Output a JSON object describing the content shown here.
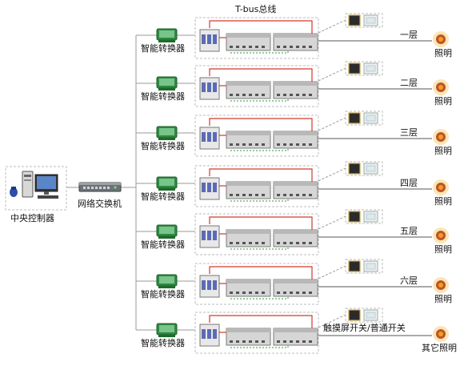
{
  "bus_label": "T-bus总线",
  "controller_label": "中央控制器",
  "switch_label": "网络交换机",
  "rows": [
    {
      "converter_label": "智能转换器",
      "floor_label": "一层",
      "light_label": "照明"
    },
    {
      "converter_label": "智能转换器",
      "floor_label": "二层",
      "light_label": "照明"
    },
    {
      "converter_label": "智能转换器",
      "floor_label": "三层",
      "light_label": "照明"
    },
    {
      "converter_label": "智能转换器",
      "floor_label": "四层",
      "light_label": "照明"
    },
    {
      "converter_label": "智能转换器",
      "floor_label": "五层",
      "light_label": "照明"
    },
    {
      "converter_label": "智能转换器",
      "floor_label": "六层",
      "light_label": "照明"
    },
    {
      "converter_label": "智能转换器",
      "floor_label": "触摸屏开关/普通开关",
      "light_label": "其它照明"
    }
  ],
  "colors": {
    "dashed_border": "#bdbdbd",
    "connector_line": "#9a9a9a",
    "red_wire": "#d23a2a",
    "green_wire": "#2e9a3a",
    "light_core": "#f0a020",
    "light_glow": "#c0522a"
  },
  "icons": {
    "controller": "desktop-computer-icon",
    "switch": "network-switch-icon",
    "converter": "smart-converter-icon",
    "breaker": "circuit-breaker-icon",
    "relay": "relay-module-icon",
    "panel": "touch-panel-icon",
    "light": "light-bulb-icon"
  }
}
